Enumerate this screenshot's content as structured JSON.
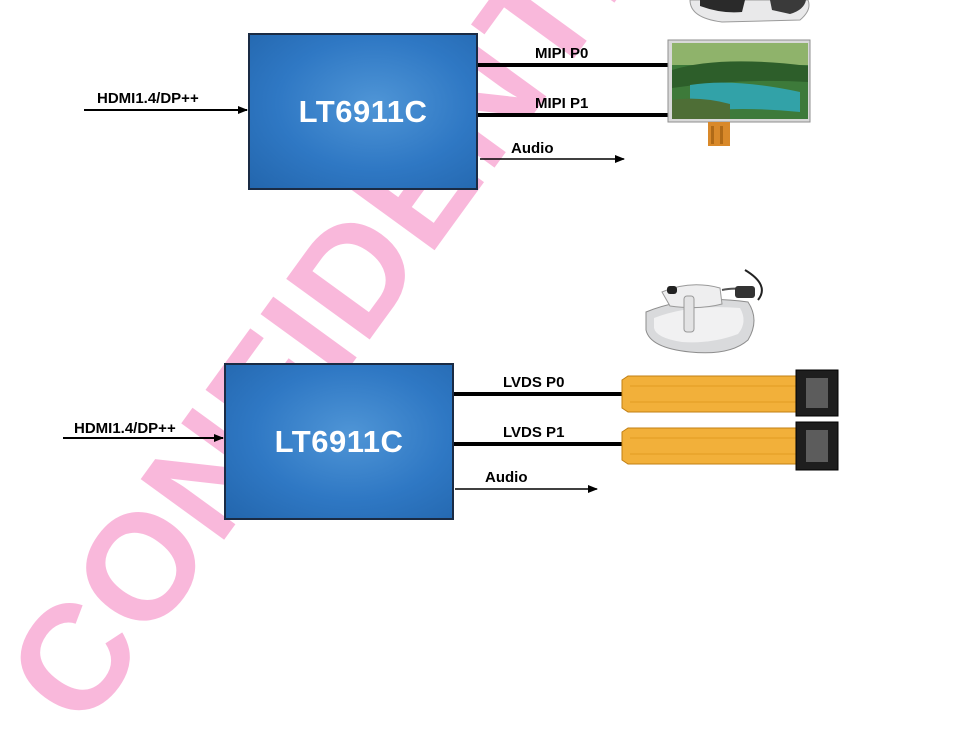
{
  "watermark": "CONFIDENTIAL",
  "diagram_top": {
    "chip_label": "LT6911C",
    "input_label": "HDMI1.4/DP++",
    "output_1": "MIPI P0",
    "output_2": "MIPI P1",
    "audio_label": "Audio"
  },
  "diagram_bottom": {
    "chip_label": "LT6911C",
    "input_label": "HDMI1.4/DP++",
    "output_1": "LVDS P0",
    "output_2": "LVDS P1",
    "audio_label": "Audio"
  },
  "colors": {
    "chip_fill": "#2f78c4",
    "chip_border": "#1a2b44",
    "watermark": "#f9b3d9",
    "flex_cable": "#f2b03a"
  }
}
